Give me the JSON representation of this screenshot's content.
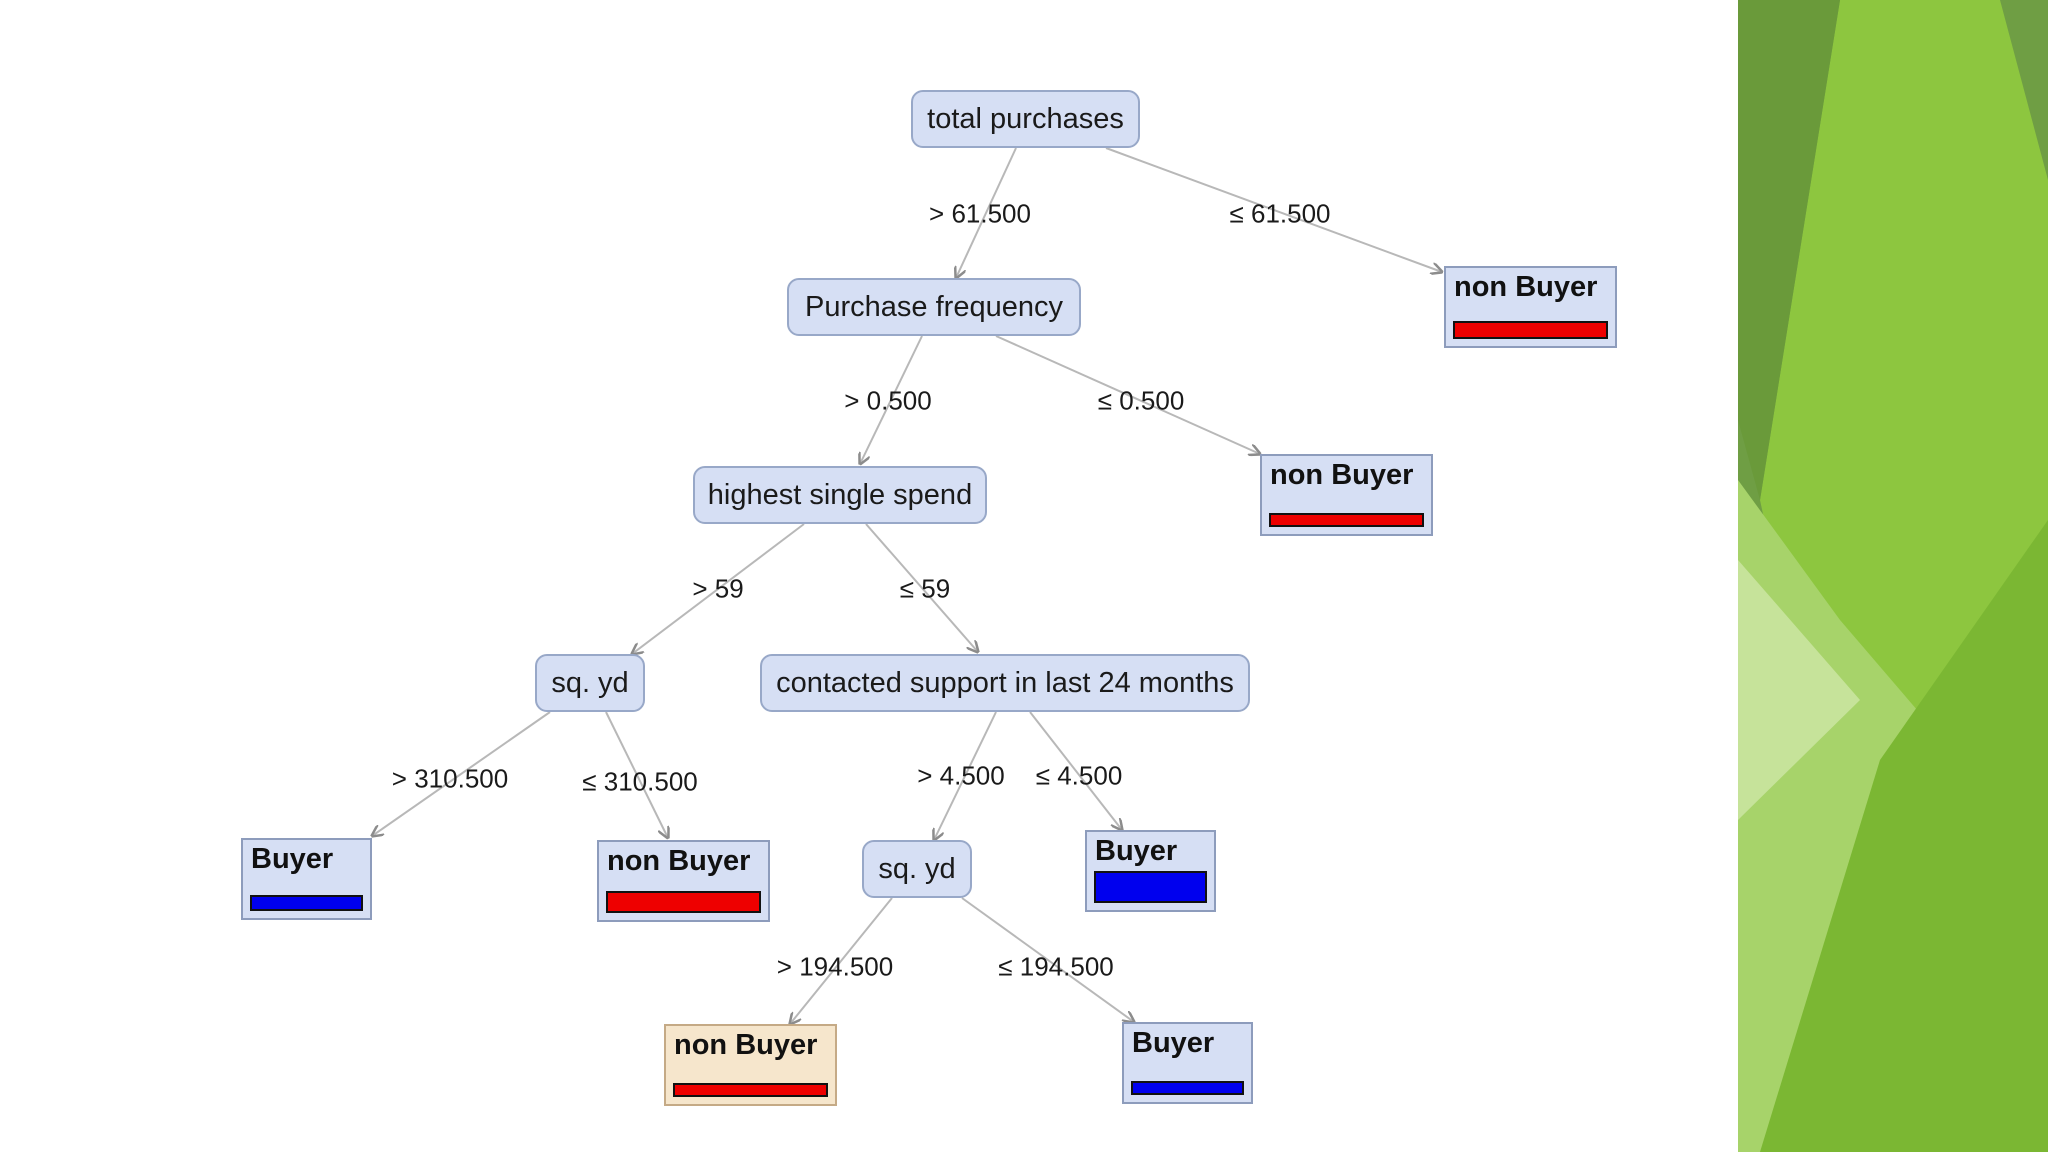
{
  "colors": {
    "node_fill": "#d6dff4",
    "node_border": "#98a8c8",
    "leaf_highlight_fill": "#f6e6cc",
    "bar_non_buyer": "#ee0000",
    "bar_buyer": "#0000ee",
    "edge": "#b8b8b8",
    "arrow": "#8c8c8c",
    "background_green": "#8dc63f",
    "background_dark_green": "#5e8f2a"
  },
  "tree": {
    "root": {
      "label": "total purchases"
    },
    "n_purchase_freq": {
      "label": "Purchase frequency"
    },
    "n_highest_spend": {
      "label": "highest single spend"
    },
    "n_sqyd_1": {
      "label": "sq. yd"
    },
    "n_contacted": {
      "label": "contacted support in last 24 months"
    },
    "n_sqyd_2": {
      "label": "sq. yd"
    },
    "leaf_1": {
      "label": "non Buyer",
      "class": "non Buyer"
    },
    "leaf_2": {
      "label": "non Buyer",
      "class": "non Buyer"
    },
    "leaf_3": {
      "label": "Buyer",
      "class": "Buyer"
    },
    "leaf_4": {
      "label": "non Buyer",
      "class": "non Buyer"
    },
    "leaf_5": {
      "label": "Buyer",
      "class": "Buyer"
    },
    "leaf_6": {
      "label": "non Buyer",
      "class": "non Buyer"
    },
    "leaf_7": {
      "label": "Buyer",
      "class": "Buyer"
    }
  },
  "edges": {
    "e1": "> 61.500",
    "e2": "≤ 61.500",
    "e3": "> 0.500",
    "e4": "≤ 0.500",
    "e5": "> 59",
    "e6": "≤ 59",
    "e7": "> 310.500",
    "e8": "≤ 310.500",
    "e9": "> 4.500",
    "e10": "≤ 4.500",
    "e11": "> 194.500",
    "e12": "≤ 194.500"
  }
}
